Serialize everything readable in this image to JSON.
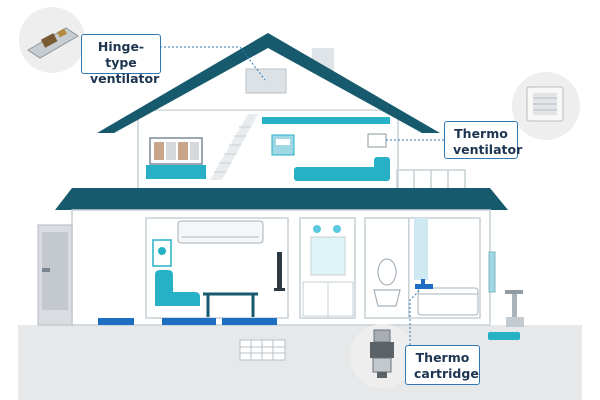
{
  "labels": {
    "hinge": {
      "line1": "Hinge-type",
      "line2": "ventilator"
    },
    "thermo_vent": {
      "line1": "Thermo",
      "line2": "ventilator"
    },
    "thermo_cart": {
      "line1": "Thermo",
      "line2": "cartridge"
    }
  },
  "colors": {
    "roof": "#175a6e",
    "accent": "#26b1c7",
    "blue": "#1d6ec3",
    "wall_outline": "#c6d0d6",
    "ground": "#e6e8ea",
    "label_border": "#2f78b4",
    "label_text": "#1d3550"
  },
  "icons": [
    "hinge-ventilator-icon",
    "thermo-ventilator-icon",
    "thermo-cartridge-icon"
  ]
}
